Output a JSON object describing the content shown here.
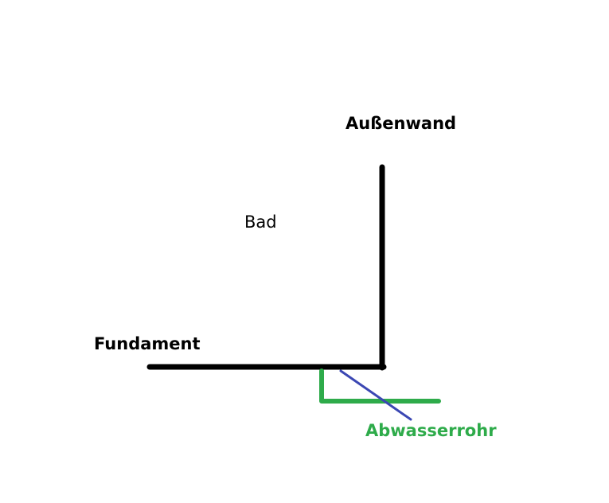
{
  "labels": {
    "outer_wall": "Außenwand",
    "bathroom": "Bad",
    "foundation": "Fundament",
    "drain_pipe": "Abwasserrohr"
  },
  "colors": {
    "background": "#ffffff",
    "structure": "#000000",
    "drain_pipe": "#2eab4a",
    "blue_line": "#3b47b3"
  }
}
